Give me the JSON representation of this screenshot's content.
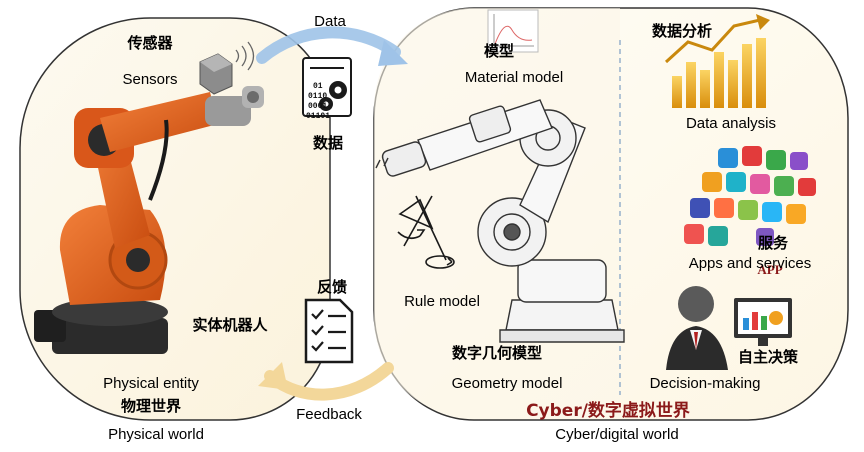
{
  "physical": {
    "sensors_cn": "传感器",
    "sensors_en": "Sensors",
    "entity_cn": "实体机器人",
    "entity_en": "Physical entity",
    "world_cn": "物理世界",
    "world_en": "Physical world"
  },
  "flows": {
    "data_en": "Data",
    "data_cn": "数据",
    "data_bits": [
      "01",
      "0110",
      "0001",
      "01101"
    ],
    "feedback_cn": "反馈",
    "feedback_en": "Feedback"
  },
  "cyber": {
    "material_cn": "模型",
    "material_en": "Material model",
    "rule_en": "Rule model",
    "geometry_cn": "数字几何模型",
    "geometry_en": "Geometry model",
    "world_cn_latin": "Cyber",
    "world_cn_sep": "/",
    "world_cn": "数字虚拟世界",
    "world_en": "Cyber/digital world"
  },
  "services": {
    "analysis_cn": "数据分析",
    "analysis_en": "Data analysis",
    "apps_cn": "服务",
    "apps_overlay": "APP",
    "apps_en": "Apps and services",
    "decision_cn": "自主决策",
    "decision_en": "Decision-making"
  },
  "colors": {
    "panel_fill": "#fdf7e6",
    "panel_border": "#333333",
    "arrow_blue": "#9fc3e8",
    "arrow_yellow": "#f3d79a",
    "robot_orange": "#e8621f",
    "label_red": "#8b1a1a"
  }
}
